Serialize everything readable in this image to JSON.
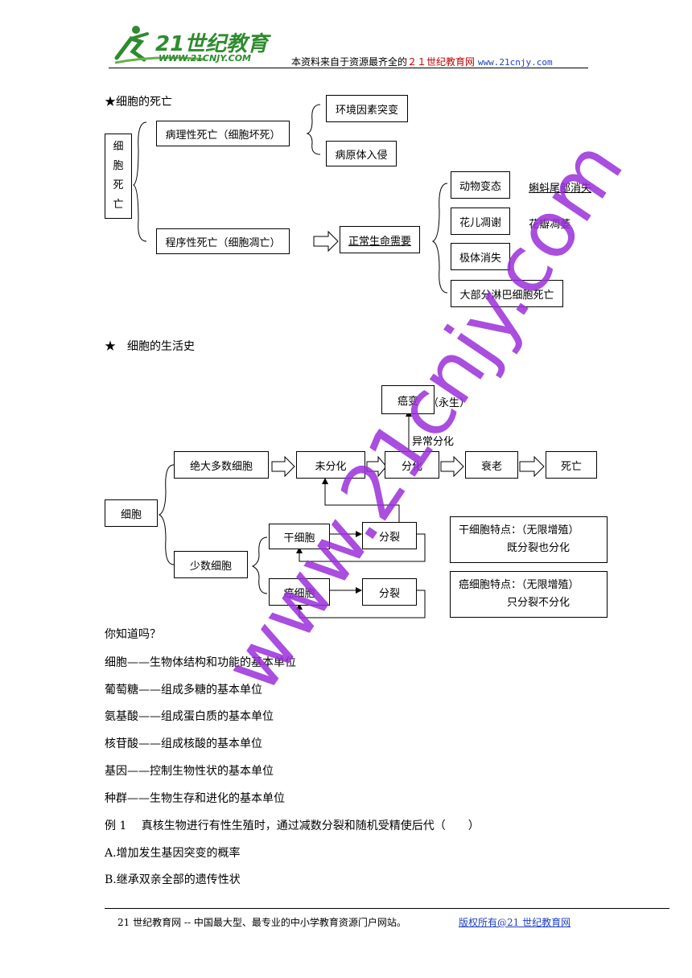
{
  "header": {
    "logo_text": "21世纪教育",
    "logo_url_text": "WWW.21CNJY.COM",
    "note_prefix": "本资料来自于资源最齐全的",
    "note_red": "２１世纪教育网",
    "note_url": "www.21cnjy.com"
  },
  "section1": {
    "title": "★细胞的死亡",
    "root": "细胞死亡",
    "root_chars": [
      "细",
      "胞",
      "死",
      "亡"
    ],
    "pathological": "病理性死亡（细胞坏死）",
    "patho_causes": [
      "环境因素突变",
      "病原体入侵"
    ],
    "programmed": "程序性死亡（细胞凋亡）",
    "need": "正常生命需要",
    "examples": [
      "动物变态",
      "花儿凋谢",
      "极体消失",
      "大部分淋巴细胞死亡"
    ],
    "example_notes": [
      "蝌蚪尾部消失",
      "花瓣凋萎"
    ]
  },
  "section2": {
    "title": "★　细胞的生活史",
    "root": "细胞",
    "majority": "绝大多数细胞",
    "undiff": "未分化",
    "diff": "分化",
    "aging": "衰老",
    "death": "死亡",
    "cancer": "癌变",
    "cancer_note": "（永生）",
    "abnormal": "异常分化",
    "minority": "少数细胞",
    "stem": "干细胞",
    "stem_div": "分裂",
    "cancer_cell": "癌细胞",
    "cancer_div": "分裂",
    "stem_feat_1": "干细胞特点：（无限增殖）",
    "stem_feat_2": "既分裂也分化",
    "cancer_feat_1": "癌细胞特点：（无限增殖）",
    "cancer_feat_2": "只分裂不分化"
  },
  "body": {
    "dyk": "你知道吗？",
    "lines": [
      "细胞——生物体结构和功能的基本单位",
      "葡萄糖——组成多糖的基本单位",
      "氨基酸——组成蛋白质的基本单位",
      "核苷酸——组成核酸的基本单位",
      "基因——控制生物性状的基本单位",
      "种群——生物生存和进化的基本单位"
    ],
    "example": "例 1　 真核生物进行有性生殖时，通过减数分裂和随机受精使后代（　　）",
    "options": [
      "A.增加发生基因突变的概率",
      "B.继承双亲全部的遗传性状"
    ]
  },
  "footer": {
    "left": "21 世纪教育网 -- 中国最大型、最专业的中小学教育资源门户网站。",
    "right": "版权所有@21 世纪教育网"
  },
  "watermark": "www.21cnjy.com"
}
